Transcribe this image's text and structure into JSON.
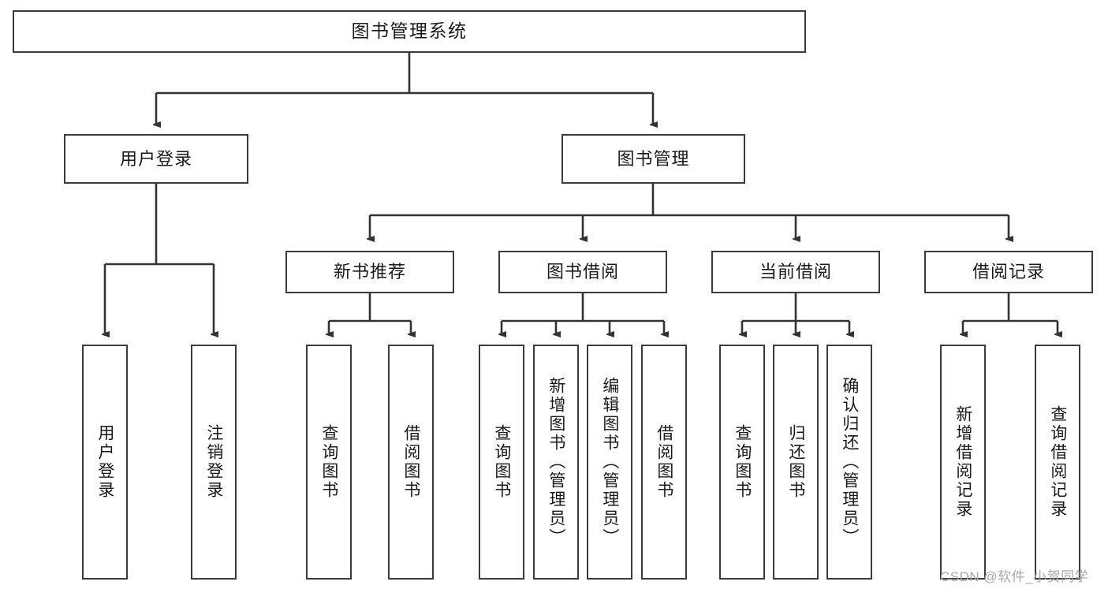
{
  "diagram": {
    "type": "tree-hierarchy",
    "title": "图书管理系统",
    "orientation": "top-down",
    "nodes": {
      "root": {
        "label": "图书管理系统"
      },
      "level2": [
        {
          "id": "user-login",
          "label": "用户登录"
        },
        {
          "id": "book-management",
          "label": "图书管理"
        }
      ],
      "level3": [
        {
          "id": "new-book-recommend",
          "label": "新书推荐"
        },
        {
          "id": "book-borrow",
          "label": "图书借阅"
        },
        {
          "id": "current-borrow",
          "label": "当前借阅"
        },
        {
          "id": "borrow-record",
          "label": "借阅记录"
        }
      ],
      "leaves": [
        {
          "id": "leaf-user-login",
          "parent": "user-login",
          "label": "用户登录"
        },
        {
          "id": "leaf-logout-login",
          "parent": "user-login",
          "label": "注销登录"
        },
        {
          "id": "leaf-query-book-1",
          "parent": "new-book-recommend",
          "label": "查询图书"
        },
        {
          "id": "leaf-borrow-book-1",
          "parent": "new-book-recommend",
          "label": "借阅图书"
        },
        {
          "id": "leaf-query-book-2",
          "parent": "book-borrow",
          "label": "查询图书"
        },
        {
          "id": "leaf-add-book",
          "parent": "book-borrow",
          "label": "新增图书（管理员）"
        },
        {
          "id": "leaf-edit-book",
          "parent": "book-borrow",
          "label": "编辑图书（管理员）"
        },
        {
          "id": "leaf-borrow-book-2",
          "parent": "book-borrow",
          "label": "借阅图书"
        },
        {
          "id": "leaf-query-book-3",
          "parent": "current-borrow",
          "label": "查询图书"
        },
        {
          "id": "leaf-return-book",
          "parent": "current-borrow",
          "label": "归还图书"
        },
        {
          "id": "leaf-confirm-return",
          "parent": "current-borrow",
          "label": "确认归还（管理员）"
        },
        {
          "id": "leaf-add-record",
          "parent": "borrow-record",
          "label": "新增借阅记录"
        },
        {
          "id": "leaf-query-record",
          "parent": "borrow-record",
          "label": "查询借阅记录"
        }
      ]
    },
    "colors": {
      "box_border": "#3b3b3b",
      "box_fill": "#ffffff",
      "connector": "#333333",
      "text": "#1a1a1a",
      "watermark": "#a9a9a9"
    }
  },
  "watermark": {
    "text": "CSDN @软件_小贺同学"
  }
}
